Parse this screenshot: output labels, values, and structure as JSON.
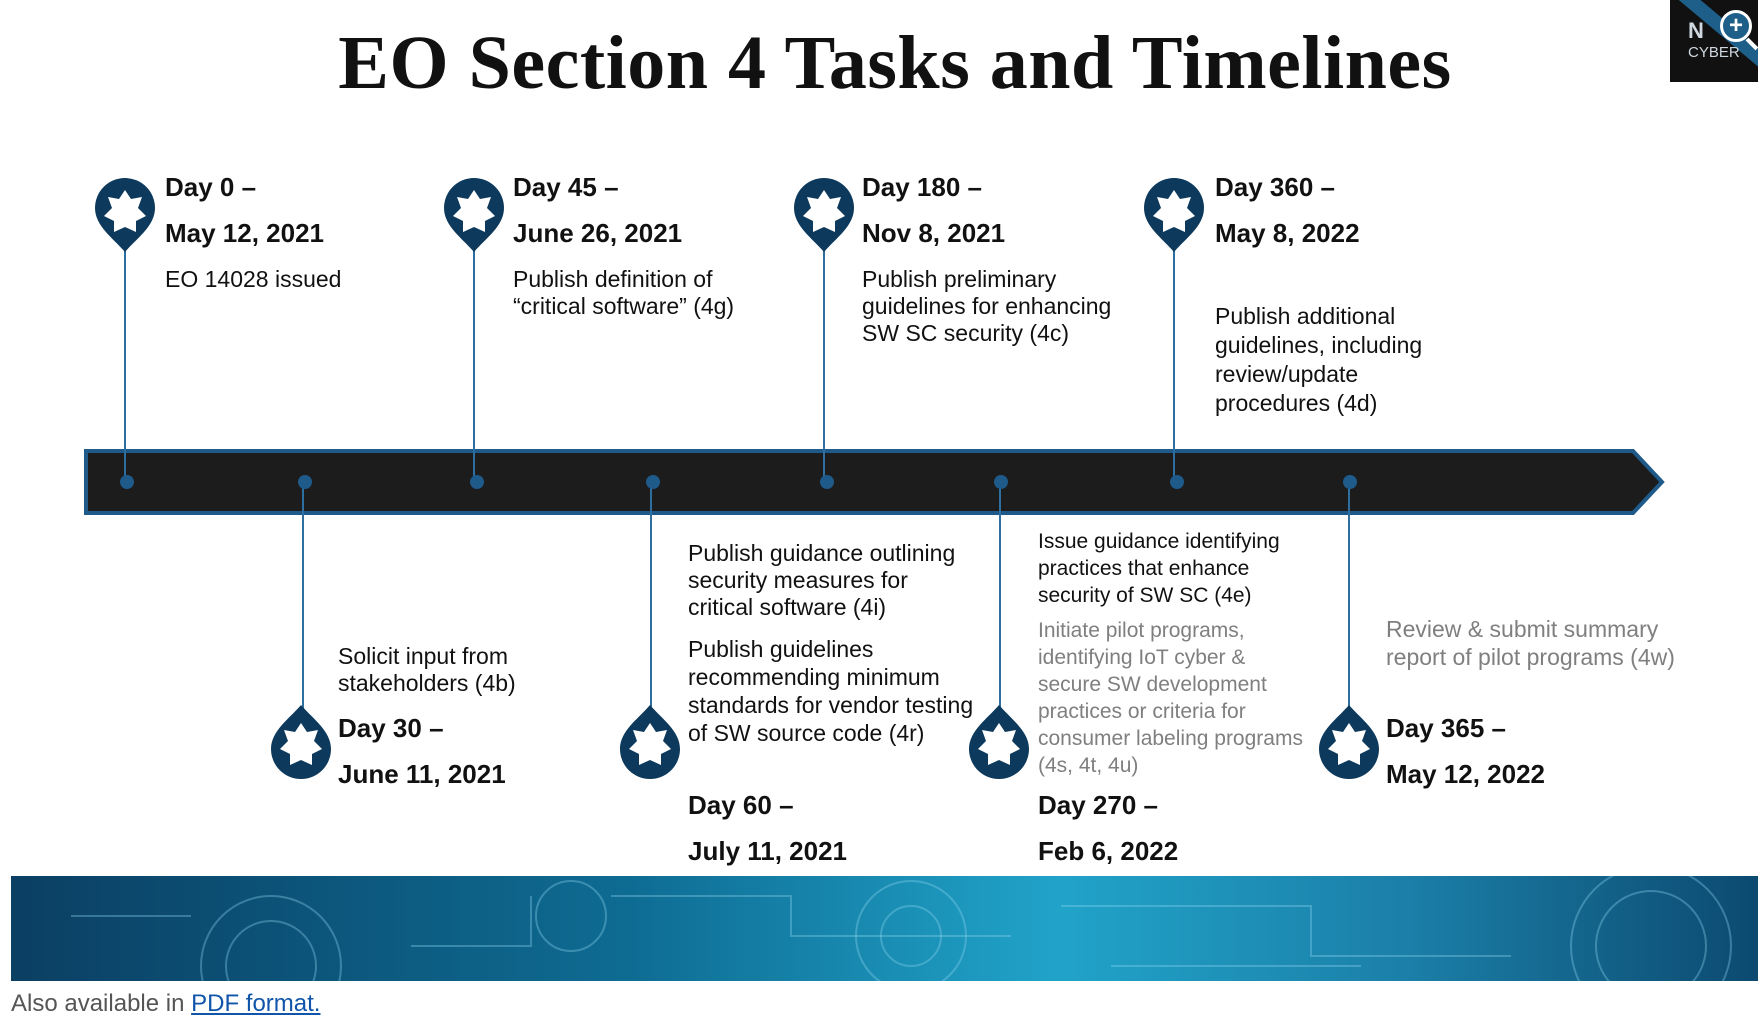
{
  "title": "EO Section 4 Tasks and Timelines",
  "corner_logo": {
    "line1": "N",
    "line2": "CYBER",
    "icon": "zoom-in-icon"
  },
  "milestones": [
    {
      "day": "Day 0 –",
      "date": "May 12, 2021",
      "tasks": [
        "EO 14028 issued"
      ]
    },
    {
      "day": "Day 30 –",
      "date": "June 11, 2021",
      "tasks": [
        "Solicit input from stakeholders (4b)"
      ]
    },
    {
      "day": "Day 45 –",
      "date": "June 26, 2021",
      "tasks": [
        "Publish definition of “critical software” (4g)"
      ]
    },
    {
      "day": "Day 60 –",
      "date": "July 11, 2021",
      "tasks": [
        "Publish guidance outlining security measures for critical software (4i)",
        "Publish guidelines recommending minimum standards for vendor testing of SW source code (4r)"
      ]
    },
    {
      "day": "Day 180 –",
      "date": "Nov 8, 2021",
      "tasks": [
        "Publish preliminary guidelines for enhancing SW SC security (4c)"
      ]
    },
    {
      "day": "Day 270 –",
      "date": "Feb 6, 2022",
      "tasks": [
        "Issue guidance identifying practices that enhance security of SW SC (4e)",
        "Initiate pilot programs, identifying IoT cyber & secure SW development practices or criteria for consumer labeling programs (4s, 4t, 4u)"
      ]
    },
    {
      "day": "Day 360 –",
      "date": "May 8, 2022",
      "tasks": [
        "Publish additional guidelines, including review/update procedures (4d)"
      ]
    },
    {
      "day": "Day 365 –",
      "date": "May 12, 2022",
      "tasks": [
        "Review & submit summary report of pilot programs (4w)"
      ]
    }
  ],
  "footer": {
    "prefix": "Also available in ",
    "link": "PDF format."
  },
  "colors": {
    "pin": "#0d3a5c",
    "arrow": "#1c1c1c",
    "arrow_border": "#1e5a8a",
    "muted_text": "#7f7f7f",
    "link": "#1155aa"
  }
}
